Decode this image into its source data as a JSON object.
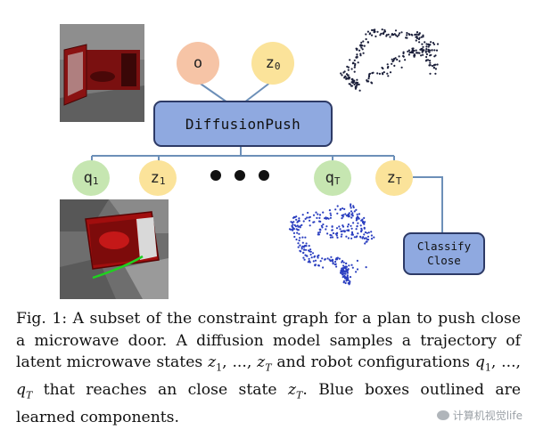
{
  "diagram": {
    "top_nodes": [
      {
        "main": "o",
        "sub": ""
      },
      {
        "main": "z",
        "sub": "0"
      }
    ],
    "main_box": "DiffusionPush",
    "bottom_nodes": [
      {
        "main": "q",
        "sub": "1"
      },
      {
        "main": "z",
        "sub": "1"
      },
      {
        "main": "q",
        "sub": "T"
      },
      {
        "main": "z",
        "sub": "T"
      }
    ],
    "classify_box": {
      "line1": "Classify",
      "line2": "Close"
    },
    "colors": {
      "box_fill": "#8fa9e0",
      "box_border": "#2d3a66",
      "edge": "#6c8fb8",
      "peach": "#f6c4a6",
      "yellow": "#fbe39a",
      "green": "#c6e6b1"
    }
  },
  "caption": {
    "prefix": "Fig. 1: A subset of the constraint graph for a plan to push close a microwave door. A diffusion model samples a trajectory of latent microwave states ",
    "z_states": "z",
    "between": " and robot configurations ",
    "q_configs": "q",
    "after": " that reaches an close state ",
    "suffix": ". Blue boxes outlined are learned components."
  },
  "watermark": "计算机视觉life"
}
